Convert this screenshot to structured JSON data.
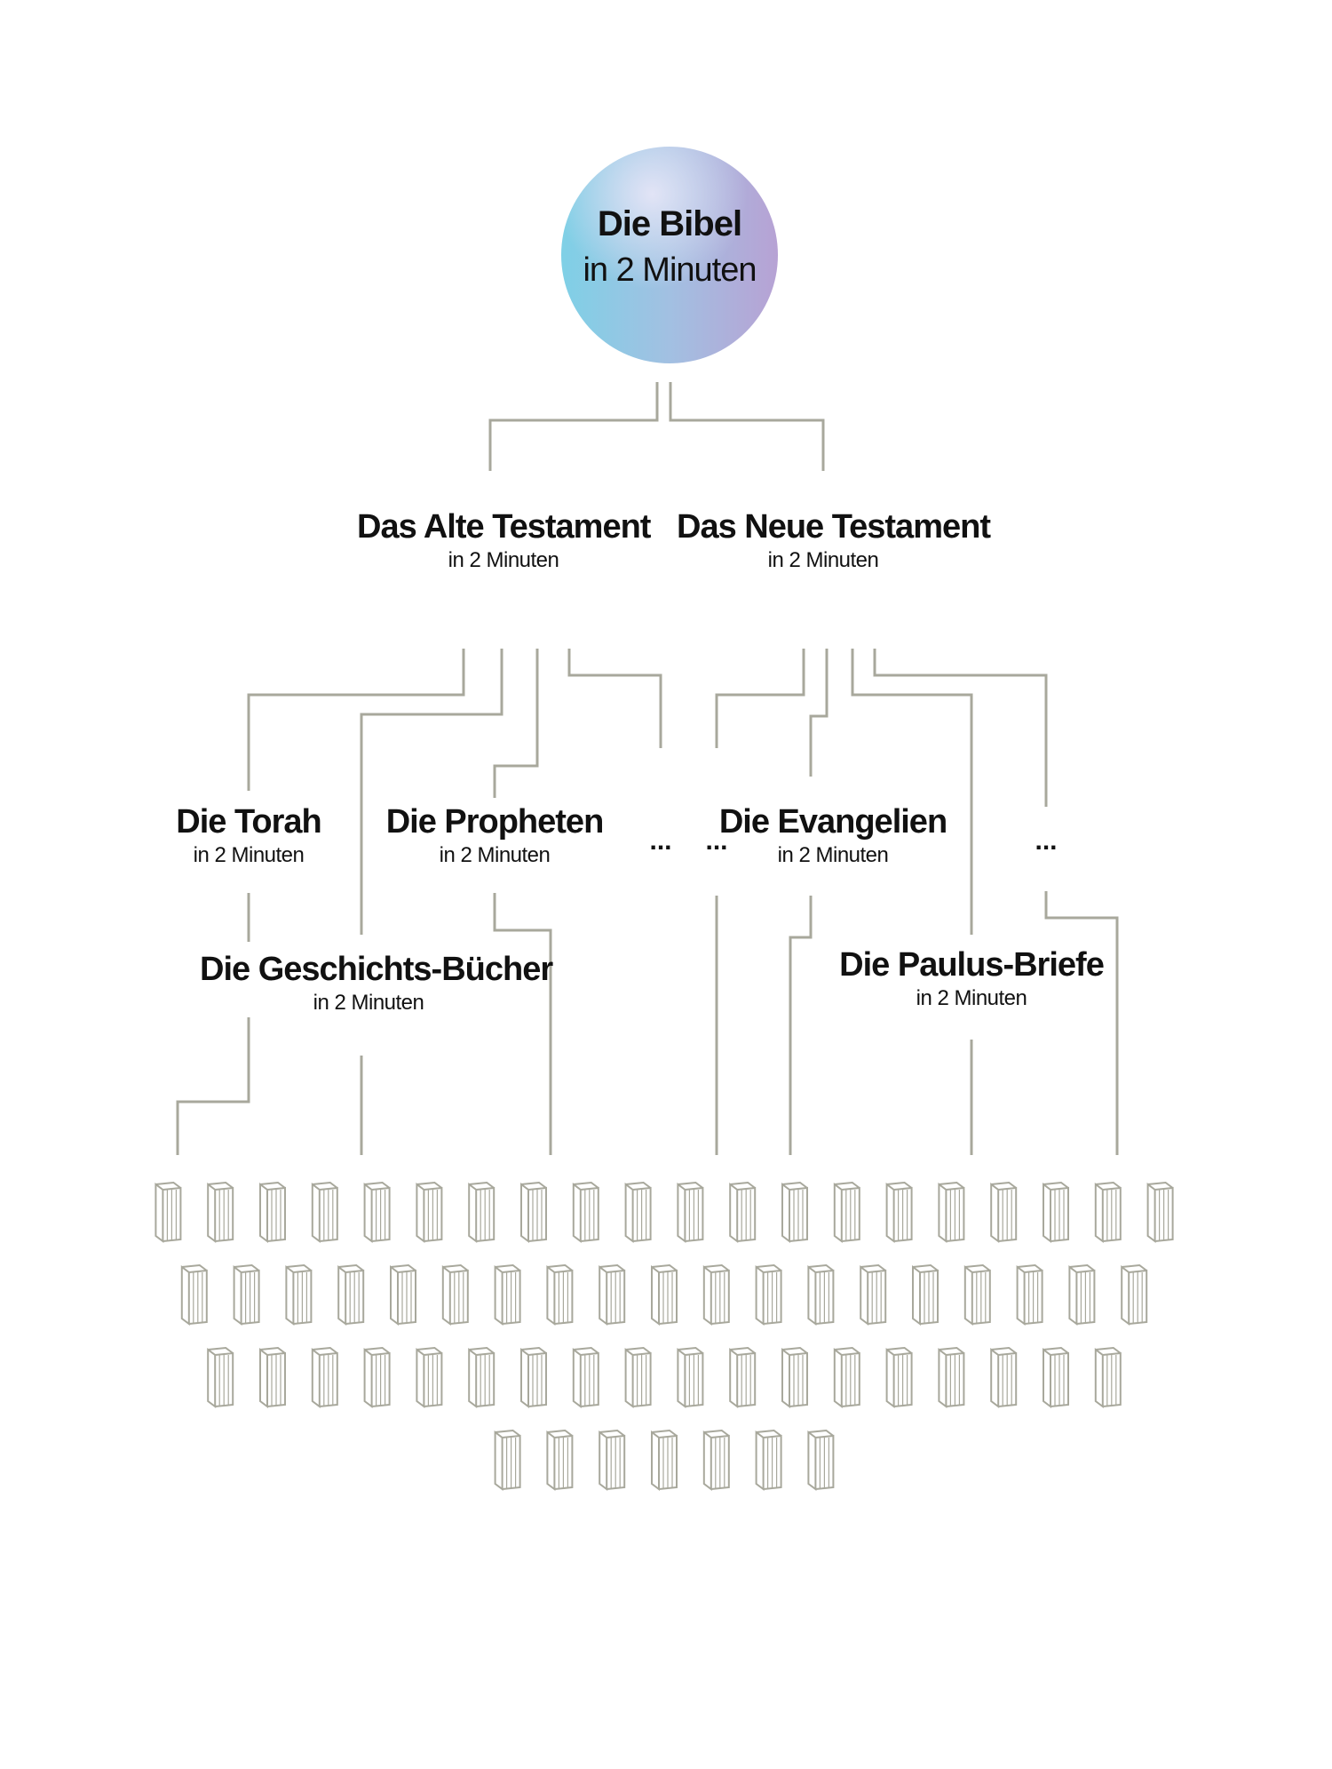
{
  "root": {
    "title": "Die Bibel",
    "subtitle": "in 2 Minuten"
  },
  "testaments": [
    {
      "title": "Das Alte Testament",
      "subtitle": "in 2 Minuten"
    },
    {
      "title": "Das Neue Testament",
      "subtitle": "in 2 Minuten"
    }
  ],
  "sections": [
    {
      "title": "Die Torah",
      "subtitle": "in 2 Minuten"
    },
    {
      "title": "Die Propheten",
      "subtitle": "in 2 Minuten"
    },
    {
      "title": "Die Evangelien",
      "subtitle": "in 2 Minuten"
    },
    {
      "title": "Die Geschichts-Bücher",
      "subtitle": "in 2 Minuten"
    },
    {
      "title": "Die Paulus-Briefe",
      "subtitle": "in 2 Minuten"
    }
  ],
  "ellipsis": "...",
  "books": {
    "rows": [
      20,
      19,
      18,
      7
    ]
  },
  "colors": {
    "connector": "#a8a89c",
    "text": "#111111",
    "gradient_start": "#7fd0e6",
    "gradient_end": "#b7a2d4"
  }
}
